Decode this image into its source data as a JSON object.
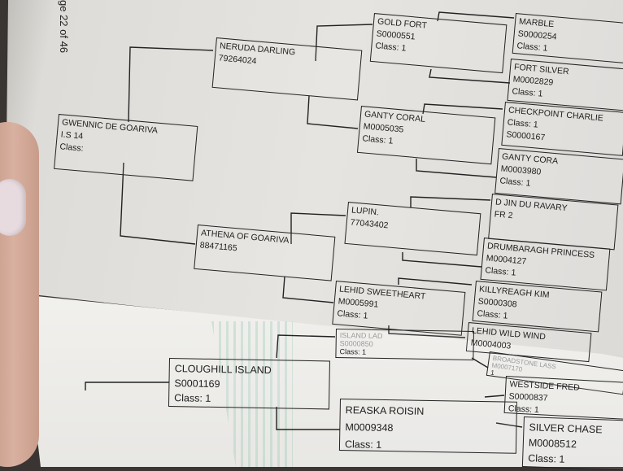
{
  "page_number": "ge 22 of 46",
  "upper_pedigree": [
    {
      "id": "gwennic",
      "name": "GWENNIC DE GOARIVA",
      "reg": "I.S 14",
      "class": "Class:"
    },
    {
      "id": "neruda",
      "name": "NERUDA DARLING",
      "reg": "79264024"
    },
    {
      "id": "athena",
      "name": "ATHENA OF GOARIVA",
      "reg": "88471165"
    },
    {
      "id": "goldfort",
      "name": "GOLD FORT",
      "reg": "S0000551",
      "class": "Class: 1"
    },
    {
      "id": "gantycoral",
      "name": "GANTY CORAL",
      "reg": "M0005035",
      "class": "Class: 1"
    },
    {
      "id": "lupin",
      "name": "LUPIN.",
      "reg": "77043402"
    },
    {
      "id": "lehidsweetheart",
      "name": "LEHID SWEETHEART",
      "reg": "M0005991",
      "class": "Class: 1"
    },
    {
      "id": "marble",
      "name": "MARBLE",
      "reg": "S0000254",
      "class": "Class: 1"
    },
    {
      "id": "fortsilver",
      "name": "FORT SILVER",
      "reg": "M0002829",
      "class": "Class: 1"
    },
    {
      "id": "checkpoint",
      "name": "CHECKPOINT CHARLIE",
      "reg": "Class: 1",
      "class": "S0000167"
    },
    {
      "id": "gantycora",
      "name": "GANTY CORA",
      "reg": "M0003980",
      "class": "Class: 1"
    },
    {
      "id": "djin",
      "name": "D JIN DU RAVARY",
      "reg": "FR 2"
    },
    {
      "id": "drumbaragh",
      "name": "DRUMBARAGH PRINCESS",
      "reg": "M0004127",
      "class": "Class: 1"
    },
    {
      "id": "killyreagh",
      "name": "KILLYREAGH KIM",
      "reg": "S0000308",
      "class": "Class: 1"
    },
    {
      "id": "lehidwildwind",
      "name": "LEHID WILD WIND",
      "reg": "M0004003"
    }
  ],
  "lower_pedigree": [
    {
      "id": "islandlad",
      "name": "ISLAND LAD",
      "reg": "S0000850",
      "class": "Class: 1"
    },
    {
      "id": "cloughill",
      "name": "CLOUGHILL ISLAND",
      "reg": "S0001169",
      "class": "Class: 1"
    },
    {
      "id": "reaska",
      "name": "REASKA ROISIN",
      "reg": "M0009348",
      "class": "Class: 1"
    },
    {
      "id": "broadstone",
      "name": "BROADSTONE LASS",
      "reg": "M0007170",
      "class": "1"
    },
    {
      "id": "westside",
      "name": "WESTSIDE FRED",
      "reg": "S0000837",
      "class": "Class: 1"
    },
    {
      "id": "silverchase",
      "name": "SILVER CHASE",
      "reg": "M0008512",
      "class": "Class: 1"
    }
  ]
}
